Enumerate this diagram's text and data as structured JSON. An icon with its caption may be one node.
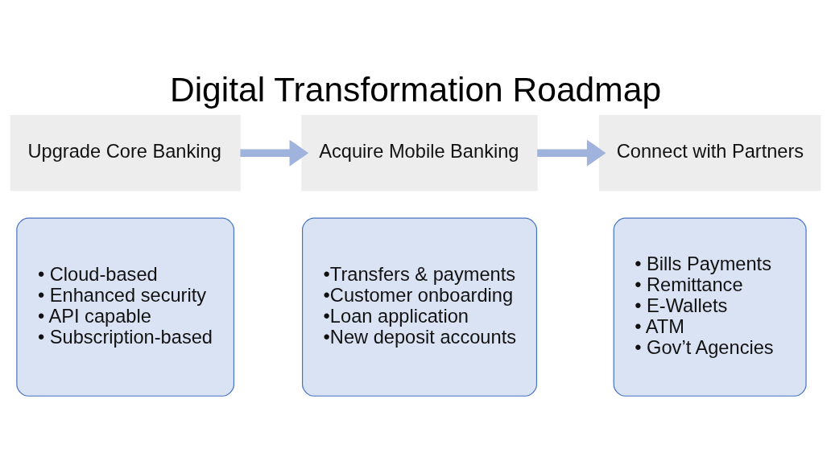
{
  "diagram": {
    "title": "Digital Transformation Roadmap",
    "nodes": [
      {
        "text": [
          "Upgrade Core Banking"
        ]
      },
      {
        "text": [
          "• Cloud-based",
          "• Enhanced security",
          "• API capable",
          "• Subscription-based"
        ]
      },
      {
        "text": [
          "Acquire Mobile Banking"
        ]
      },
      {
        "text": [
          "•Transfers & payments",
          "•Customer onboarding",
          "•Loan application",
          "•New deposit accounts"
        ]
      },
      {
        "text": [
          "Connect with Partners"
        ]
      },
      {
        "text": [
          "• Bills Payments",
          "• Remittance",
          "• E-Wallets",
          "• ATM",
          "• Gov’t Agencies"
        ]
      }
    ],
    "edges": [
      {
        "from": 0,
        "to": 2,
        "arrow": "to"
      },
      {
        "from": 2,
        "to": 4,
        "arrow": "to"
      }
    ]
  }
}
